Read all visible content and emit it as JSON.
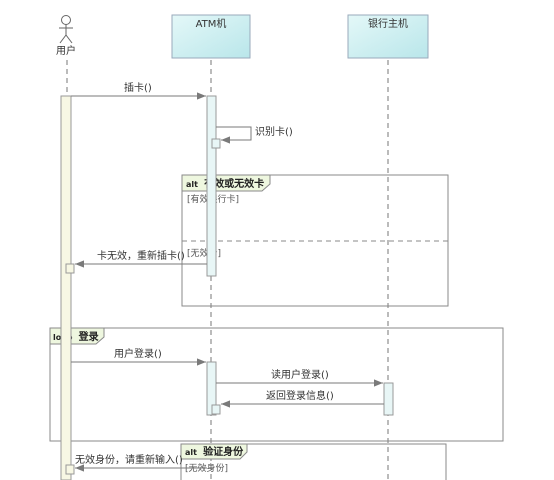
{
  "participants": {
    "user": "用户",
    "atm": "ATM机",
    "bank": "银行主机"
  },
  "messages": {
    "insert_card": "插卡()",
    "identify_card": "识别卡()",
    "invalid_card_reinsert": "卡无效，重新插卡()",
    "user_login": "用户登录()",
    "read_user_login": "读用户登录()",
    "return_login_info": "返回登录信息()",
    "invalid_identity_reenter": "无效身份，请重新输入()"
  },
  "frames": {
    "alt_card": {
      "keyword": "alt",
      "title": "有效或无效卡",
      "guards": [
        "[有效银行卡]",
        "[无效卡]"
      ]
    },
    "loop_login": {
      "keyword": "loop",
      "title": "登录"
    },
    "alt_identity": {
      "keyword": "alt",
      "title": "验证身份",
      "guards": [
        "[无效身份]"
      ]
    }
  },
  "colors": {
    "participant_fill": "#c9eef0",
    "user_activation_fill": "#f7f7e4",
    "atm_activation_fill": "#e8f6f6",
    "frame_tab_fill": "#eef7df",
    "line": "#777777"
  }
}
